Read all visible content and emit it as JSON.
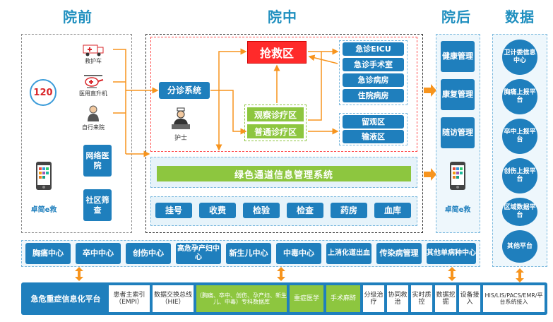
{
  "headers": {
    "pre": "院前",
    "mid": "院中",
    "post": "院后",
    "data": "数据"
  },
  "pre": {
    "badge_120": "120",
    "ambulance": "救护车",
    "helicopter": "医用直升机",
    "walkin": "自行来院",
    "app_label": "卓简e救",
    "network_hospital": "网络医院",
    "community_check": "社区筛查"
  },
  "mid": {
    "triage": "分诊系统",
    "nurse": "护士",
    "rescue": "抢救区",
    "observe": "观察诊疗区",
    "general": "普通诊疗区",
    "right_top": [
      "急诊EICU",
      "急诊手术室",
      "急诊病房",
      "住院病房"
    ],
    "right_bottom": [
      "留观区",
      "输液区"
    ],
    "green_channel": "绿色通道信息管理系统",
    "services": [
      "挂号",
      "收费",
      "检验",
      "检查",
      "药房",
      "血库"
    ]
  },
  "post": {
    "items": [
      "健康管理",
      "康复管理",
      "随访管理"
    ],
    "app_label": "卓简e救"
  },
  "data_col": {
    "items": [
      "卫计委信息中心",
      "胸痛上报平台",
      "卒中上报平台",
      "创伤上报平台",
      "区域数据平台",
      "其他平台"
    ]
  },
  "centers": [
    "胸痛中心",
    "卒中中心",
    "创伤中心",
    "高危孕产妇中心",
    "新生儿中心",
    "中毒中心",
    "上消化道出血",
    "传染病管理",
    "其他单病种中心"
  ],
  "platform": {
    "title": "急危重症信息化平台",
    "cells": [
      "患者主索引（EMPI）",
      "数据交换总线（HIE）",
      "（胸痛、卒中、创伤、孕产妇、新生儿、中毒）专科数据库",
      "重症医学",
      "手术麻醉",
      "分级治疗",
      "协同救治",
      "实时质控",
      "数据挖掘",
      "设备接入",
      "HIS/LIS/PACS/EMR/平台系统接入"
    ]
  },
  "colors": {
    "blue": "#1f7fbd",
    "red": "#ff2a2a",
    "green": "#8dc63f",
    "orange": "#f7941d",
    "light_blue": "#d6ecf6"
  }
}
